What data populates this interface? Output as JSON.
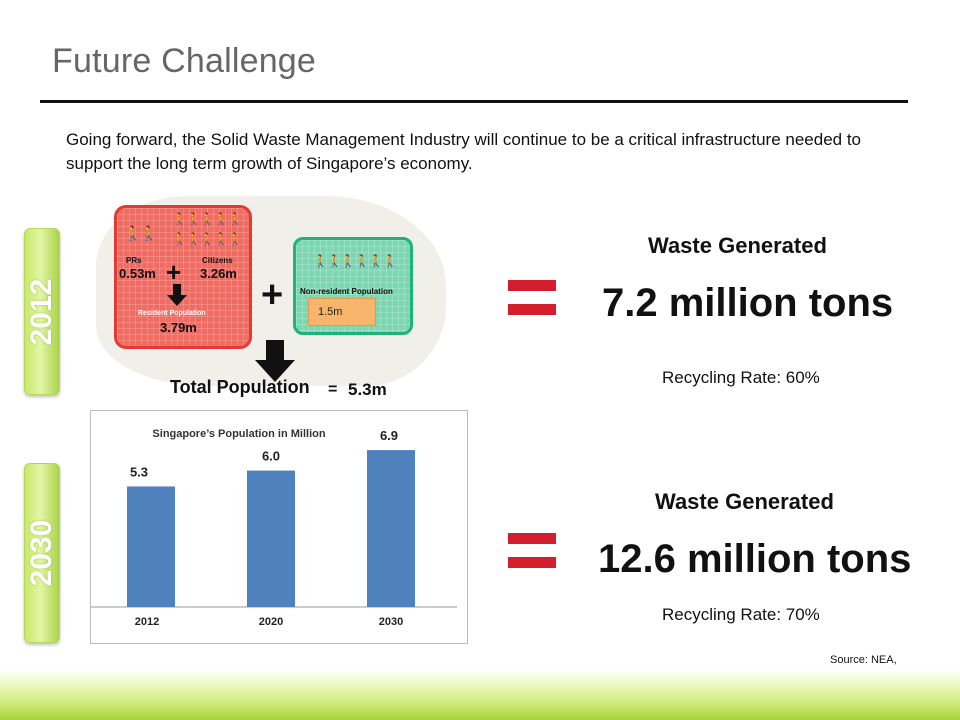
{
  "slide": {
    "title": "Future Challenge",
    "intro": "Going forward, the Solid Waste Management Industry will continue to be a critical infrastructure needed to support the long term growth of Singapore’s economy.",
    "source": "Source: NEA,"
  },
  "tabs": {
    "year_2012": "2012",
    "year_2030": "2030"
  },
  "infographic": {
    "prs_label": "PRs",
    "prs_value": "0.53m",
    "citizens_label": "Citizens",
    "citizens_value": "3.26m",
    "resident_label": "Resident Population",
    "resident_value": "3.79m",
    "nonresident_label": "Non-resident Population",
    "nonresident_value": "1.5m",
    "plus": "+",
    "total_label": "Total Population",
    "total_eq": "=",
    "total_value": "5.3m"
  },
  "waste_2012": {
    "label": "Waste Generated",
    "value": "7.2 million tons",
    "recycling": "Recycling Rate: 60%"
  },
  "waste_2030": {
    "label": "Waste Generated",
    "value": "12.6 million tons",
    "recycling": "Recycling Rate: 70%"
  },
  "colors": {
    "accent_red": "#d21f2b",
    "bar_blue": "#4f81bd",
    "tab_green": "#c9e96a"
  },
  "chart_data": {
    "type": "bar",
    "title": "Singapore’s Population in Million",
    "categories": [
      "2012",
      "2020",
      "2030"
    ],
    "values": [
      5.3,
      6.0,
      6.9
    ],
    "data_labels": [
      "5.3",
      "6.0",
      "6.9"
    ],
    "xlabel": "",
    "ylabel": "",
    "ylim": [
      0,
      7.3
    ],
    "grid": false
  }
}
